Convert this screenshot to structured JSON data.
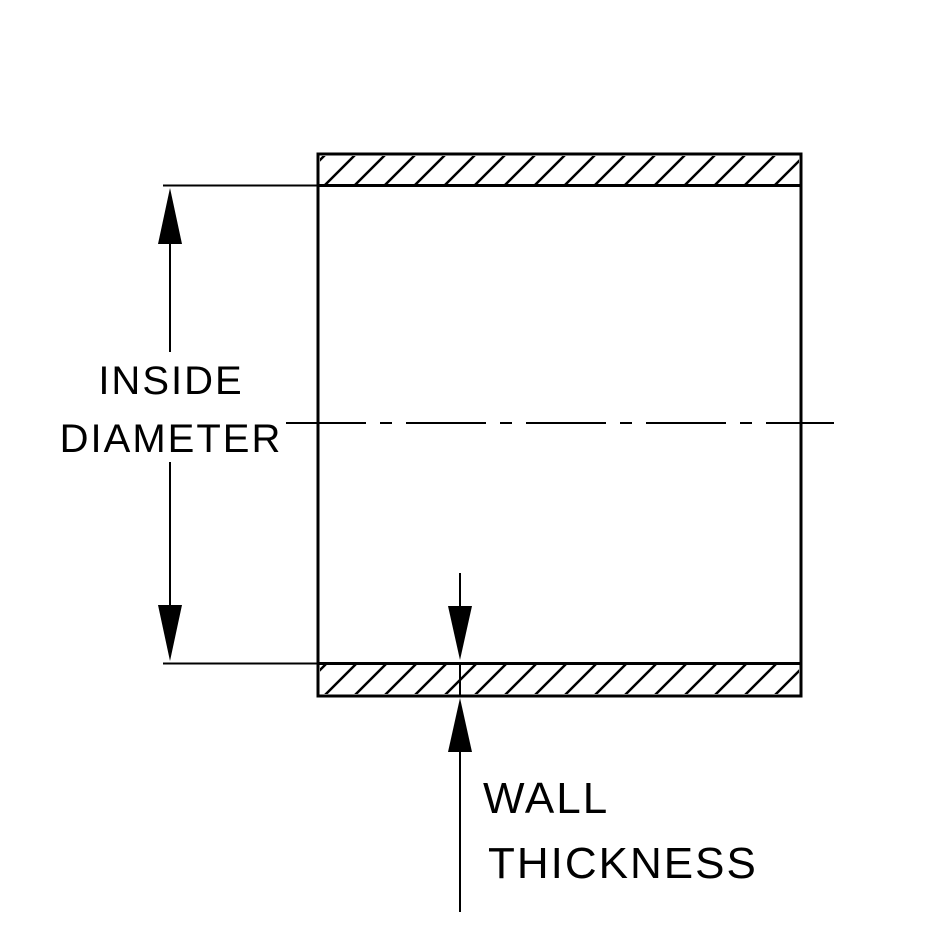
{
  "diagram": {
    "labels": {
      "inside_diameter": {
        "line1": "INSIDE",
        "line2": "DIAMETER"
      },
      "wall_thickness": {
        "line1": "WALL",
        "line2": "THICKNESS"
      }
    },
    "colors": {
      "ink": "#000000",
      "background": "#ffffff"
    }
  }
}
